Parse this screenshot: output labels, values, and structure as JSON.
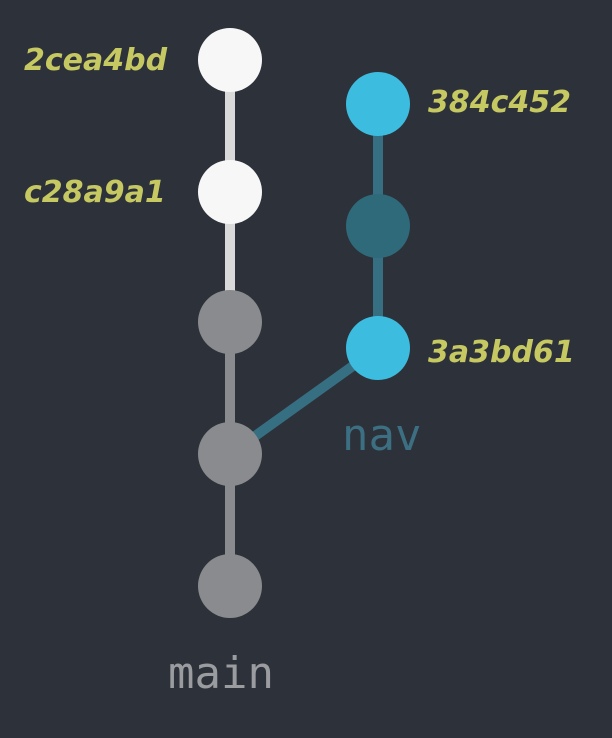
{
  "branches": {
    "main_label": "main",
    "nav_label": "nav"
  },
  "commits": {
    "main_head": {
      "hash": "2cea4bd"
    },
    "main_second": {
      "hash": "c28a9a1"
    },
    "nav_head": {
      "hash": "384c452"
    },
    "nav_base": {
      "hash": "3a3bd61"
    }
  },
  "colors": {
    "background": "#2d3139",
    "commit_highlight": "#f7f7f7",
    "commit_main": "#8a8b8e",
    "nav_commit": "#3cbde0",
    "nav_commit_dim": "#2f6a7a",
    "nav_line": "#376f82",
    "hash_text": "#c6c962"
  }
}
